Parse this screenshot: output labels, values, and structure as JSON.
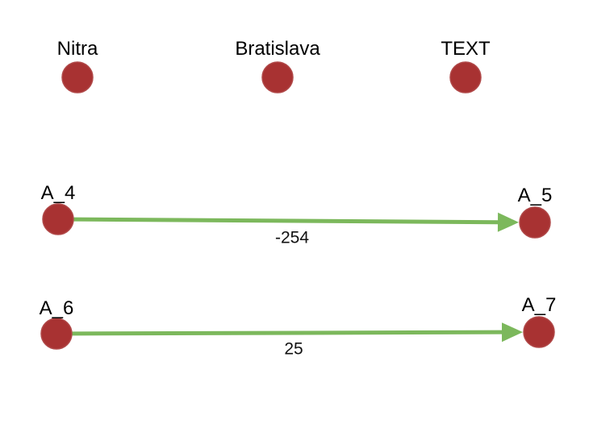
{
  "colors": {
    "node_fill": "#a83232",
    "node_stroke": "#b04848",
    "edge": "#7cb85c",
    "background": "#ffffff"
  },
  "nodes": [
    {
      "id": "nitra",
      "label": "Nitra"
    },
    {
      "id": "bratislava",
      "label": "Bratislava"
    },
    {
      "id": "text",
      "label": "TEXT"
    },
    {
      "id": "a4",
      "label": "A_4"
    },
    {
      "id": "a5",
      "label": "A_5"
    },
    {
      "id": "a6",
      "label": "A_6"
    },
    {
      "id": "a7",
      "label": "A_7"
    }
  ],
  "edges": [
    {
      "from": "a4",
      "to": "a5",
      "label": "-254"
    },
    {
      "from": "a6",
      "to": "a7",
      "label": "25"
    }
  ]
}
